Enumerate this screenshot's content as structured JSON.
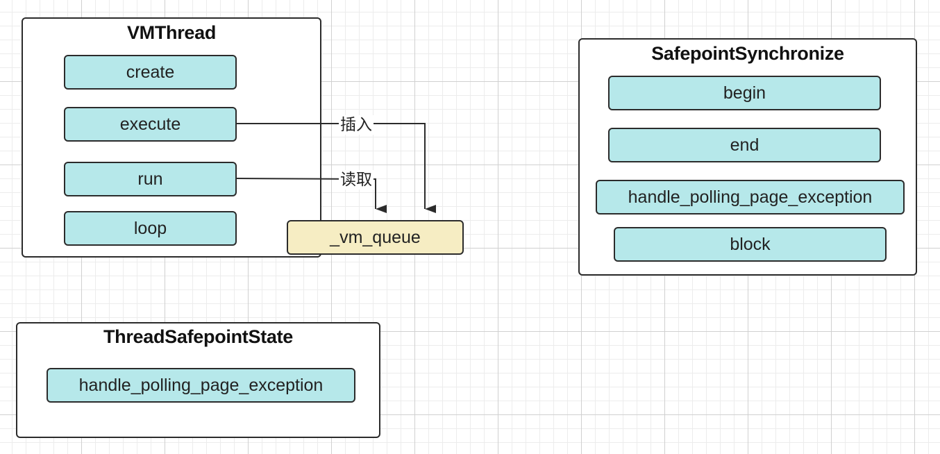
{
  "containers": {
    "vmthread": {
      "title": "VMThread",
      "methods": [
        "create",
        "execute",
        "run",
        "loop"
      ]
    },
    "safepoint_synchronize": {
      "title": "SafepointSynchronize",
      "methods": [
        "begin",
        "end",
        "handle_polling_page_exception",
        "block"
      ]
    },
    "thread_safepoint_state": {
      "title": "ThreadSafepointState",
      "methods": [
        "handle_polling_page_exception"
      ]
    }
  },
  "queue": {
    "label": "_vm_queue"
  },
  "edges": {
    "insert_label": "插入",
    "read_label": "读取"
  },
  "colors": {
    "method_fill": "#b6e8ea",
    "queue_fill": "#f6edc3",
    "stroke": "#2b2b2b"
  }
}
